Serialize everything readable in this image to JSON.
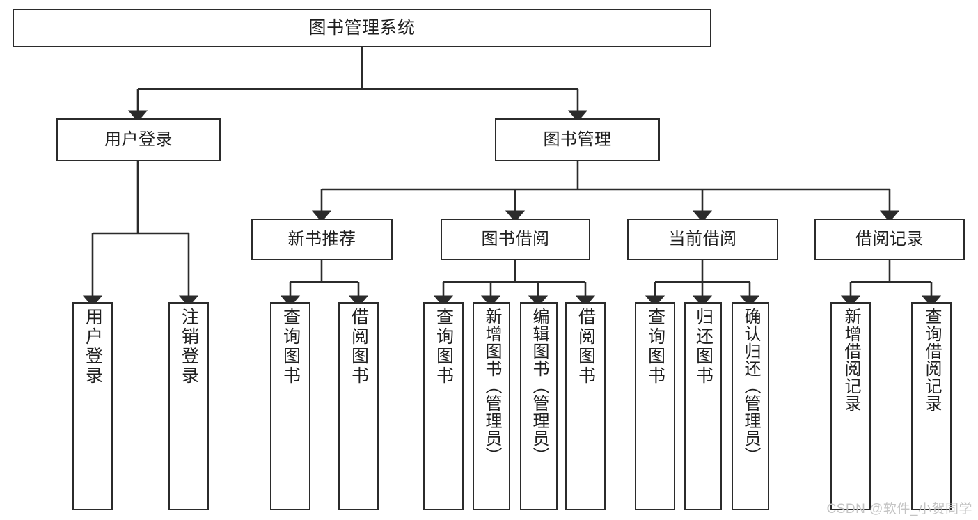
{
  "diagram": {
    "title": "图书管理系统",
    "type": "tree",
    "watermark": "CSDN @软件_小贺同学",
    "colors": {
      "box_border": "#2b2b2b",
      "box_fill": "#ffffff",
      "edge": "#2b2b2b",
      "text": "#1f1f1f",
      "watermark": "#c4c4c4",
      "background": "#ffffff"
    },
    "nodes": {
      "root": {
        "label": "图书管理系统"
      },
      "level2": [
        {
          "id": "user-login",
          "label": "用户登录"
        },
        {
          "id": "book-manage",
          "label": "图书管理"
        }
      ],
      "level3": [
        {
          "id": "new-book-recommend",
          "label": "新书推荐"
        },
        {
          "id": "book-borrow",
          "label": "图书借阅"
        },
        {
          "id": "current-borrow",
          "label": "当前借阅"
        },
        {
          "id": "borrow-record",
          "label": "借阅记录"
        }
      ],
      "leaves": {
        "user-login": [
          {
            "id": "leaf-user-login",
            "label": "用户登录"
          },
          {
            "id": "leaf-logout-login",
            "label": "注销登录"
          }
        ],
        "new-book-recommend": [
          {
            "id": "leaf-query-book-1",
            "label": "查询图书"
          },
          {
            "id": "leaf-borrow-book-1",
            "label": "借阅图书"
          }
        ],
        "book-borrow": [
          {
            "id": "leaf-query-book-2",
            "label": "查询图书"
          },
          {
            "id": "leaf-add-book",
            "label": "新增图书（管理员）"
          },
          {
            "id": "leaf-edit-book",
            "label": "编辑图书（管理员）"
          },
          {
            "id": "leaf-borrow-book-2",
            "label": "借阅图书"
          }
        ],
        "current-borrow": [
          {
            "id": "leaf-query-book-3",
            "label": "查询图书"
          },
          {
            "id": "leaf-return-book",
            "label": "归还图书"
          },
          {
            "id": "leaf-confirm-return",
            "label": "确认归还（管理员）"
          }
        ],
        "borrow-record": [
          {
            "id": "leaf-add-record",
            "label": "新增借阅记录"
          },
          {
            "id": "leaf-query-record",
            "label": "查询借阅记录"
          }
        ]
      }
    }
  }
}
